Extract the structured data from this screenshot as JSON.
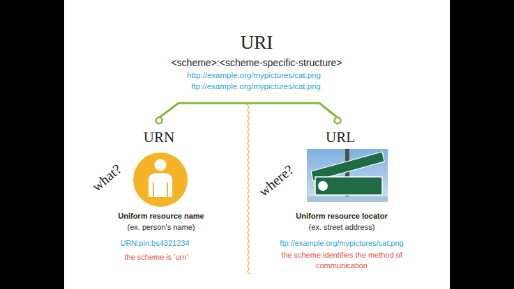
{
  "diagram": {
    "title": "URI",
    "labels": [
      "<scheme>:<scheme-specific-structure>",
      "http://example.org/mypictures/cat.png",
      "ftp://example.org/mypictures/cat.png",
      "URN",
      "URL",
      "what?",
      "where?",
      "Uniform resource name",
      "(ex. person's name)",
      "URN:pin:bs4321234",
      "the scheme is 'urn'",
      "Uniform resource locator",
      "(ex. street address)",
      "ftp://example.org/mypictures/cat.png",
      "the scheme identifies the method of communication"
    ]
  }
}
